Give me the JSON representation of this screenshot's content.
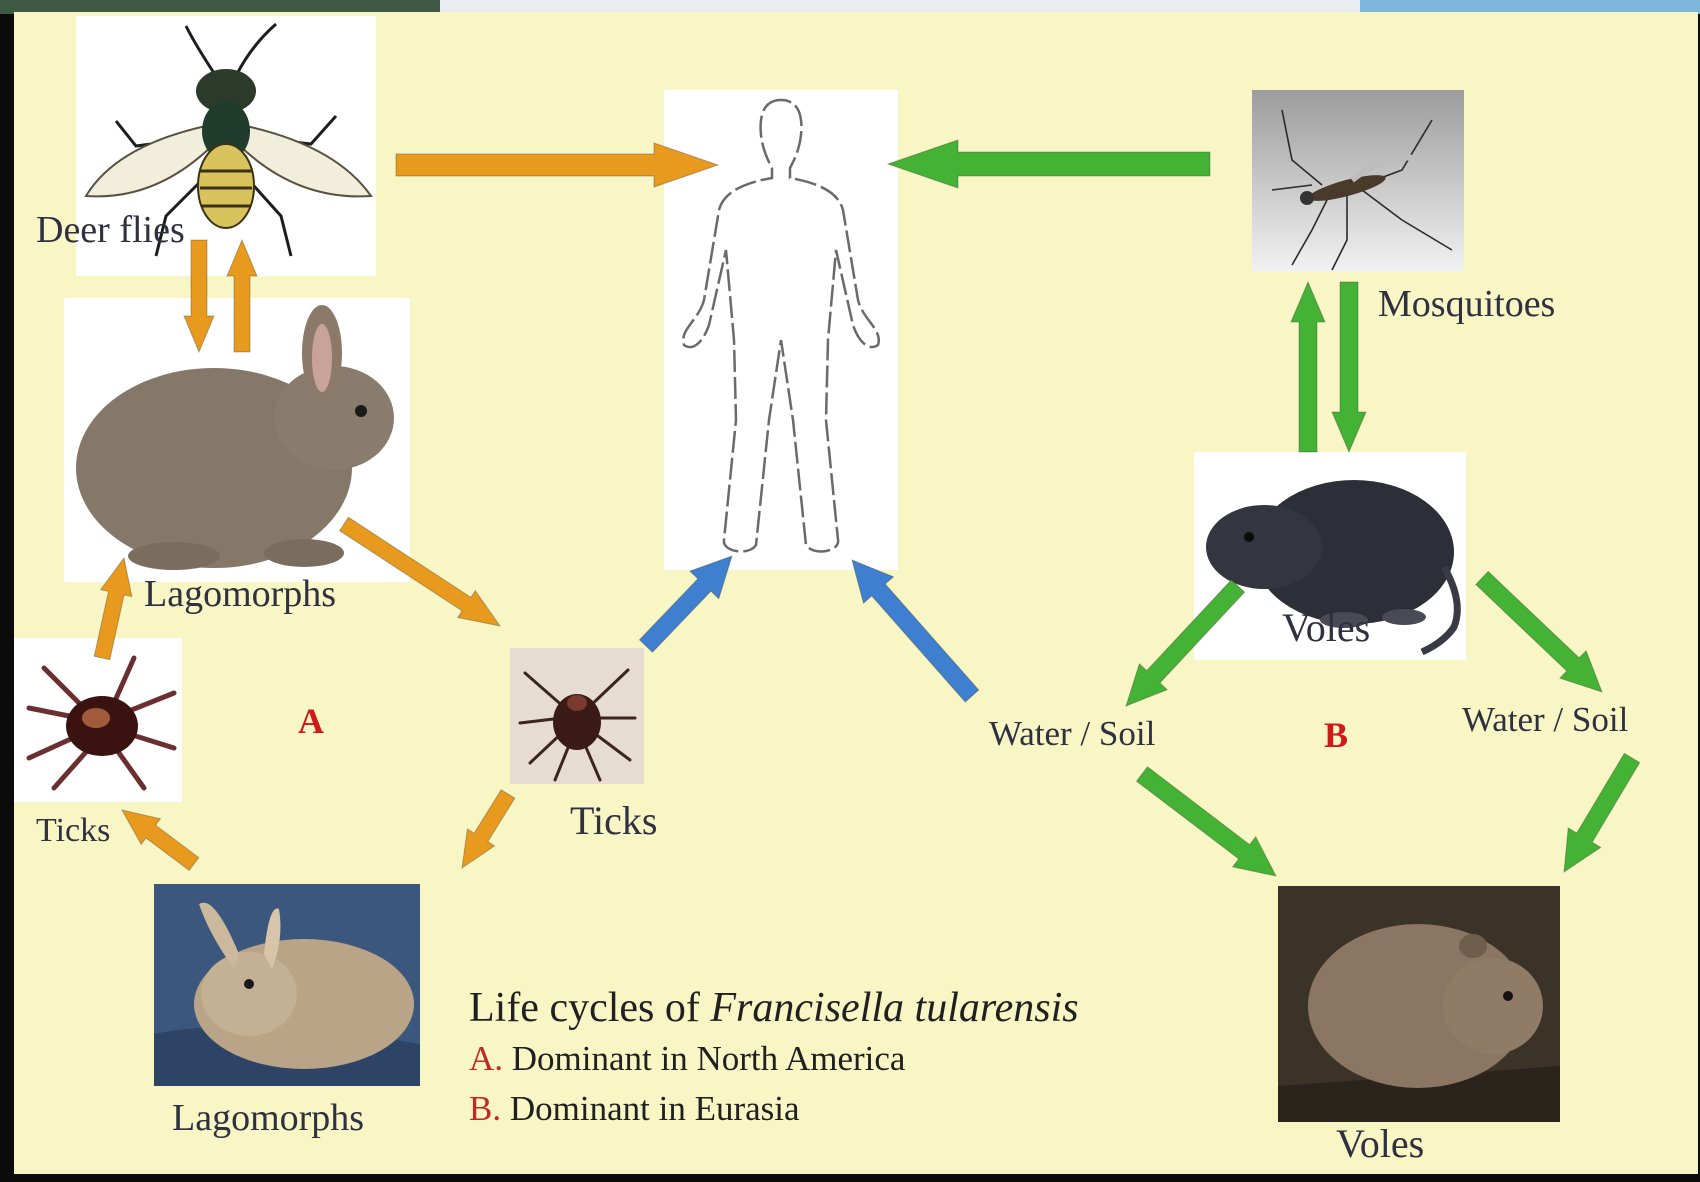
{
  "diagram": {
    "caption": {
      "title_prefix": "Life cycles of ",
      "title_italic": "Francisella tularensis",
      "line_a_key": "A.",
      "line_a_text": " Dominant in North America",
      "line_b_key": "B.",
      "line_b_text": " Dominant in Eurasia"
    },
    "cycle_a": {
      "marker": "A",
      "deer_flies": "Deer flies",
      "lagomorphs_top": "Lagomorphs",
      "ticks_left": "Ticks",
      "ticks_center": "Ticks",
      "lagomorphs_bottom": "Lagomorphs"
    },
    "cycle_b": {
      "marker": "B",
      "mosquitoes": "Mosquitoes",
      "voles_top": "Voles",
      "water_soil_left": "Water / Soil",
      "water_soil_right": "Water / Soil",
      "voles_bottom": "Voles"
    },
    "colors": {
      "panel_background": "#f8f6c4",
      "cycle_a_arrow": "#e89a1e",
      "cycle_b_arrow": "#44b234",
      "tick_to_human_arrow": "#3f7fd0",
      "cycle_marker": "#d01a1a"
    },
    "icons": [
      "deer-fly-icon",
      "rabbit-icon",
      "tick-icon",
      "human-outline-icon",
      "mosquito-icon",
      "vole-icon"
    ]
  }
}
